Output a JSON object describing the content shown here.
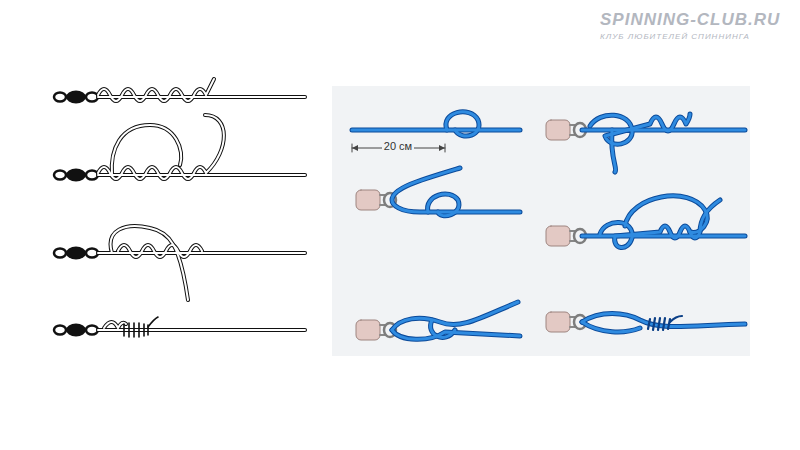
{
  "diagram": {
    "labels": [
      "20 см",
      "SPINNING-CLUB.RU",
      "КЛУБ ЛЮБИТЕЛЕЙ СПИННИНГА"
    ]
  }
}
